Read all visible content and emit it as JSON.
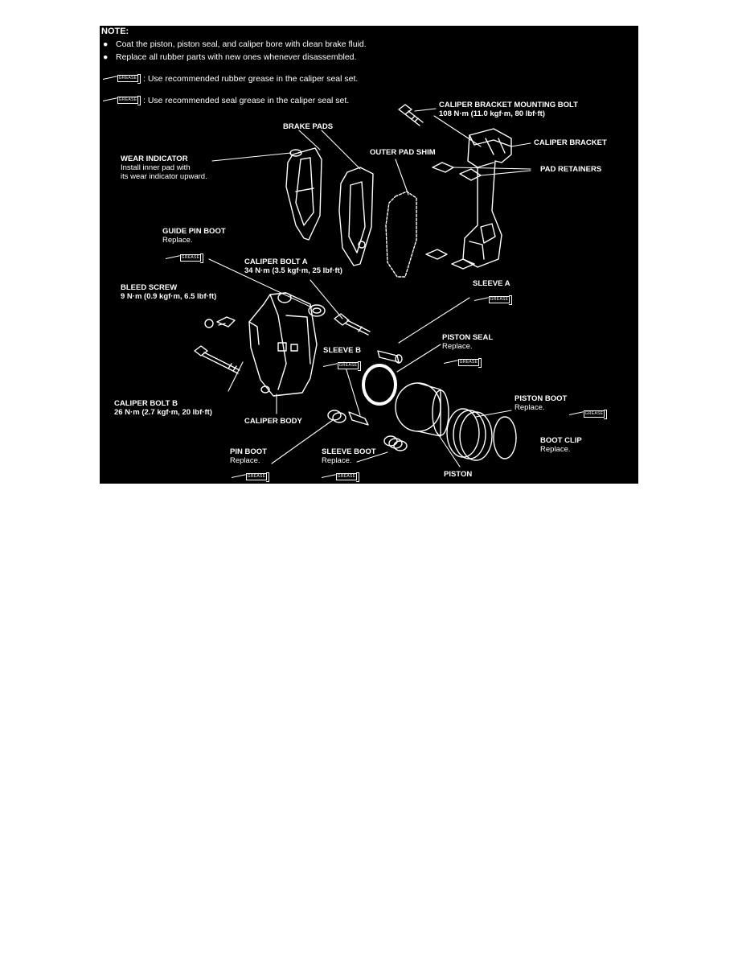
{
  "note": {
    "title": "NOTE:",
    "line1": "Coat the piston, piston seal, and caliper bore with clean brake fluid.",
    "line2": "Replace all rubber parts with new ones whenever disassembled.",
    "legend_rubber": ": Use recommended rubber grease in the caliper seal set.",
    "legend_seal": ": Use recommended seal grease in the caliper seal set."
  },
  "grease_text": "GREASE",
  "labels": {
    "bracket_bolt_title": "CALIPER BRACKET MOUNTING BOLT",
    "bracket_bolt_torque": "108 N·m (11.0 kgf·m, 80 lbf·ft)",
    "caliper_bracket": "CALIPER BRACKET",
    "brake_pads": "BRAKE PADS",
    "outer_pad_shim": "OUTER PAD SHIM",
    "pad_retainers": "PAD RETAINERS",
    "wear_indicator_title": "WEAR INDICATOR",
    "wear_indicator_l1": "Install inner pad with",
    "wear_indicator_l2": "its wear indicator upward.",
    "guide_pin_boot_title": "GUIDE PIN BOOT",
    "guide_pin_boot_note": "Replace.",
    "caliper_bolt_a_title": "CALIPER BOLT A",
    "caliper_bolt_a_torque": "34 N·m (3.5 kgf·m, 25 lbf·ft)",
    "sleeve_a": "SLEEVE A",
    "bleed_screw_title": "BLEED SCREW",
    "bleed_screw_torque": "9 N·m (0.9 kgf·m, 6.5 lbf·ft)",
    "piston_seal_title": "PISTON SEAL",
    "piston_seal_note": "Replace.",
    "sleeve_b": "SLEEVE B",
    "caliper_bolt_b_title": "CALIPER BOLT B",
    "caliper_bolt_b_torque": "26 N·m (2.7 kgf·m, 20 lbf·ft)",
    "caliper_body": "CALIPER BODY",
    "piston_boot_title": "PISTON BOOT",
    "piston_boot_note": "Replace.",
    "boot_clip_title": "BOOT CLIP",
    "boot_clip_note": "Replace.",
    "pin_boot_title": "PIN BOOT",
    "pin_boot_note": "Replace.",
    "sleeve_boot_title": "SLEEVE BOOT",
    "sleeve_boot_note": "Replace.",
    "piston": "PISTON"
  }
}
